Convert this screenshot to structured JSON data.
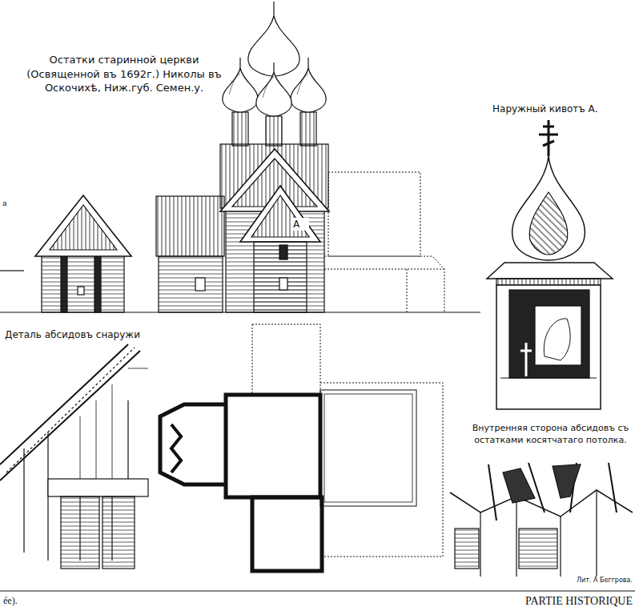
{
  "diagram": {
    "title": "Остатки старинной церкви (Освященной въ 1692г.) Николы въ Оскочихѣ, Ниж.губ. Семен.у.",
    "labels": [
      "Наружный кивотъ А.",
      "А",
      "Деталь абсидовъ снаружи",
      "Внутренняя сторона абсидовъ съ остатками косятчатаго потолка.",
      "Лит. А Беггрова.",
      "PARTIE HISTORIQUE",
      "ée).",
      "a"
    ]
  }
}
